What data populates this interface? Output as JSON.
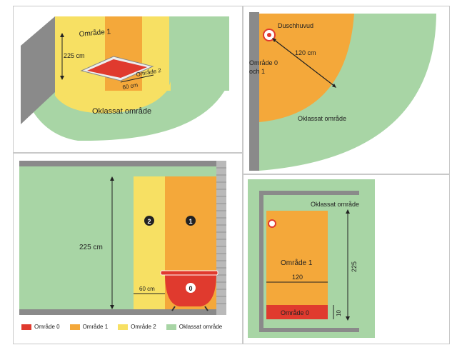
{
  "colors": {
    "zone0": "#e03a2e",
    "zone1": "#f4a83a",
    "zone2": "#f7e063",
    "unclassified": "#a8d5a5",
    "wall": "#8a8a8a",
    "brick": "#b9b9b9"
  },
  "panel_top_left": {
    "label_zone1": "Område 1",
    "label_height": "225 cm",
    "label_zone2": "Område 2",
    "label_60": "60 cm",
    "label_unclassified": "Oklassat område"
  },
  "panel_top_right": {
    "label_shower_head": "Duschhuvud",
    "label_radius": "120 cm",
    "label_zone01_line1": "Område 0",
    "label_zone01_line2": "och 1",
    "label_unclassified": "Oklassat område"
  },
  "panel_bottom_left": {
    "label_height": "225 cm",
    "label_60": "60 cm",
    "badge_zone2": "2",
    "badge_zone1": "1",
    "badge_zone0": "0"
  },
  "panel_bottom_right": {
    "label_unclassified": "Oklassat område",
    "label_zone1": "Område 1",
    "label_120": "120",
    "label_225": "225",
    "label_10": "10",
    "label_zone0": "Område 0"
  },
  "legend": {
    "items": [
      {
        "label": "Område 0",
        "color": "#e03a2e"
      },
      {
        "label": "Område 1",
        "color": "#f4a83a"
      },
      {
        "label": "Område 2",
        "color": "#f7e063"
      },
      {
        "label": "Oklassat område",
        "color": "#a8d5a5"
      }
    ]
  }
}
